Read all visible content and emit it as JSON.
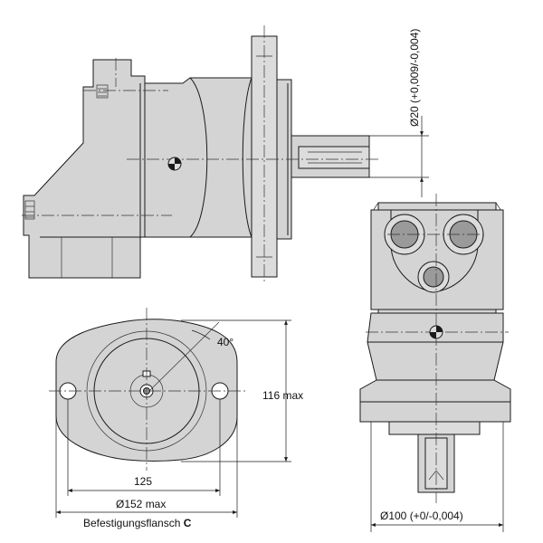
{
  "dimensions": {
    "shaft_diameter": "Ø20 (+0,009/-0,004)",
    "flange_angle": "40°",
    "flange_height": "116 max",
    "bolt_spacing": "125",
    "flange_width": "Ø152 max",
    "pilot_diameter": "Ø100 (+0/-0,004)"
  },
  "caption": {
    "prefix": "Befestigungsflansch ",
    "letter": "C"
  }
}
